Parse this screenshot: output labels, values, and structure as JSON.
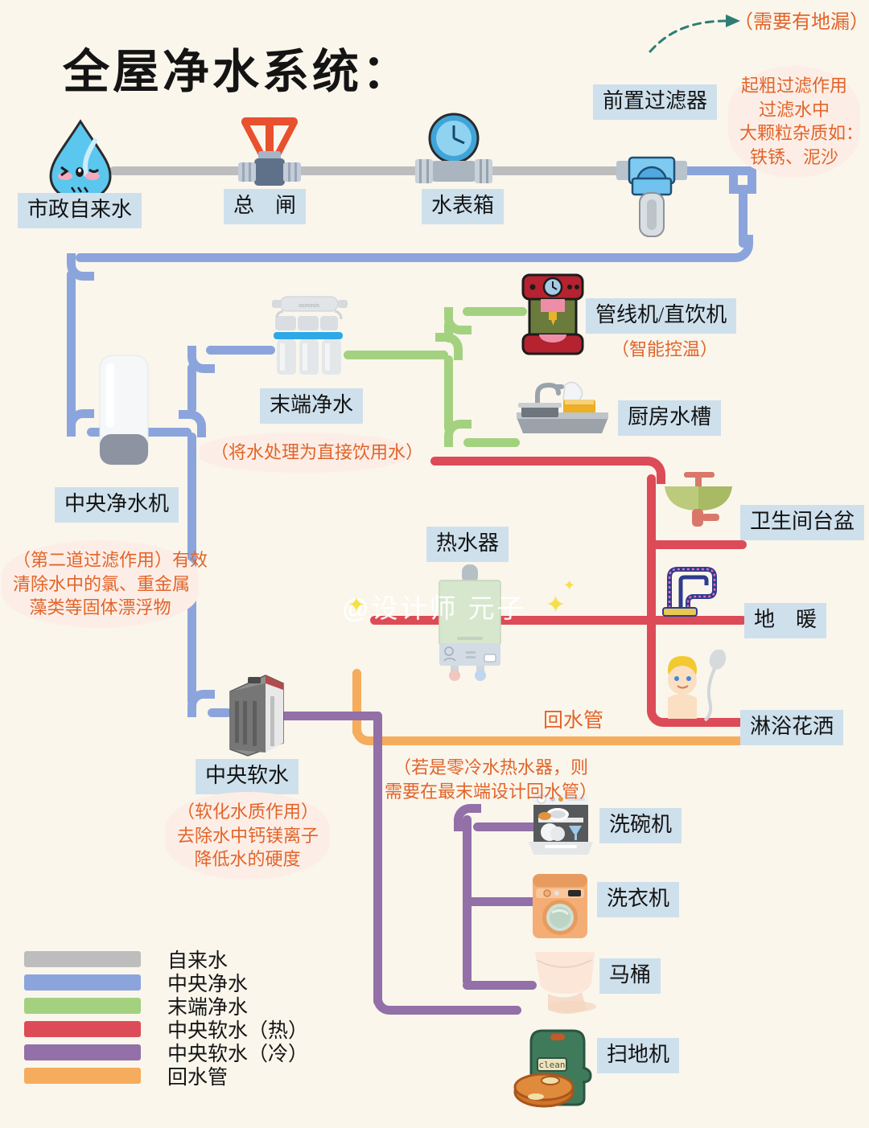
{
  "title": "全屋净水系统：",
  "watermark": "@设计师 元子",
  "colors": {
    "background": "#FAF6EC",
    "chip_bg": "#CEE0EC",
    "note": "#E2642A",
    "tap_water": "#BDBDBD",
    "central_pure": "#8BA5DC",
    "terminal_pure": "#A3D180",
    "soft_hot": "#DC4B57",
    "soft_cold": "#9370A8",
    "return_pipe": "#F5AC5C",
    "arrow": "#2E7D73"
  },
  "nodes": {
    "municipal_water": "市政自来水",
    "main_valve": "总　闸",
    "water_meter": "水表箱",
    "pre_filter": "前置过滤器",
    "central_purifier": "中央净水机",
    "terminal_purifier": "末端净水",
    "pipeline_machine": "管线机/直饮机",
    "kitchen_sink": "厨房水槽",
    "water_heater": "热水器",
    "bathroom_basin": "卫生间台盆",
    "floor_heating": "地　暖",
    "shower": "淋浴花洒",
    "central_softener": "中央软水",
    "dishwasher": "洗碗机",
    "washing_machine": "洗衣机",
    "toilet": "马桶",
    "floor_cleaner": "扫地机",
    "return_pipe_label": "回水管",
    "cleaner_badge": "clean"
  },
  "notes": {
    "floor_drain": "（需要有地漏）",
    "pre_filter_fn": "起粗过滤作用\n过滤水中\n大颗粒杂质如：\n铁锈、泥沙",
    "central_purifier_fn": "（第二道过滤作用）有效\n清除水中的氯、重金属\n藻类等固体漂浮物",
    "terminal_purifier_fn": "（将水处理为直接饮用水）",
    "pipeline_machine_fn": "（智能控温）",
    "softener_fn": "（软化水质作用）\n去除水中钙镁离子\n降低水的硬度",
    "return_pipe_fn": "（若是零冷水热水器，则\n需要在最末端设计回水管）"
  },
  "legend": {
    "items": [
      {
        "label": "自来水",
        "color": "#BDBDBD"
      },
      {
        "label": "中央净水",
        "color": "#8BA5DC"
      },
      {
        "label": "末端净水",
        "color": "#A3D180"
      },
      {
        "label": "中央软水（热）",
        "color": "#DC4B57"
      },
      {
        "label": "中央软水（冷）",
        "color": "#9370A8"
      },
      {
        "label": "回水管",
        "color": "#F5AC5C"
      }
    ]
  }
}
